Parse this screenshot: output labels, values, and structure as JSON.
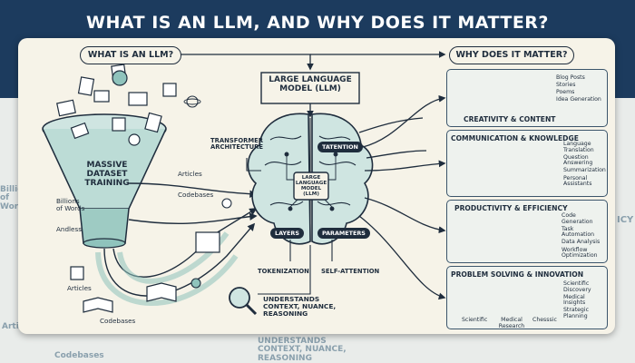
{
  "title": "WHAT IS AN LLM, AND WHY DOES IT MATTER?",
  "left_heading": "WHAT IS AN LLM?",
  "right_heading": "WHY DOES IT MATTER?",
  "center": {
    "box_title": "LARGE LANGUAGE MODEL (LLM)",
    "brain_label": "LARGE LANGUAGE MODEL (LLM)",
    "tag_attention": "TATENTION",
    "tag_layers": "LAYERS",
    "tag_parameters": "PARAMETERS",
    "transformer": "TRANSFORMER ARCHITECTURE",
    "tokenization": "TOKENIZATION",
    "self_attention": "SELF-ATTENTION",
    "understands": "UNDERSTANDS CONTEXT, NUANCE, REASONING"
  },
  "funnel": {
    "title": "MASSIVE DATASET TRAINING",
    "billions": "Billions of Words",
    "andless": "Andless",
    "articles": "Articles",
    "codebases": "Codebases",
    "bottom_articles": "Articles",
    "bottom_codebases": "Codebases"
  },
  "panels": [
    {
      "title": "CREATIVITY & CONTENT",
      "items": [
        "Blog Posts",
        "Stories",
        "Poems",
        "Idea Generation"
      ]
    },
    {
      "title": "COMMUNICATION & KNOWLEDGE",
      "items": [
        "Language Translation",
        "Question Answering",
        "Summarization",
        "Personal Assistants"
      ]
    },
    {
      "title": "PRODUCTIVITY & EFFICIENCY",
      "items": [
        "Code Generation",
        "Task Automation",
        "Data Analysis",
        "Workflow Optimization"
      ]
    },
    {
      "title": "PROBLEM SOLVING & INNOVATION",
      "items": [
        "Scientific Discovery",
        "Medical Insights",
        "Strategic Planning"
      ],
      "captions": [
        "Scientific",
        "Medical Research",
        "Chesssic"
      ]
    }
  ],
  "background_ghost": {
    "left_top": "Billions of Words",
    "left_bottom": "Arti",
    "bottom_center": "UNDERSTANDS CONTEXT, NUANCE, REASONING",
    "bottom_left": "Codebases",
    "right_edge": "ICY"
  },
  "colors": {
    "navy": "#1c3b5e",
    "ink": "#1f2d3d",
    "teal": "#8fc3bc",
    "paper": "#f6f3e8"
  }
}
